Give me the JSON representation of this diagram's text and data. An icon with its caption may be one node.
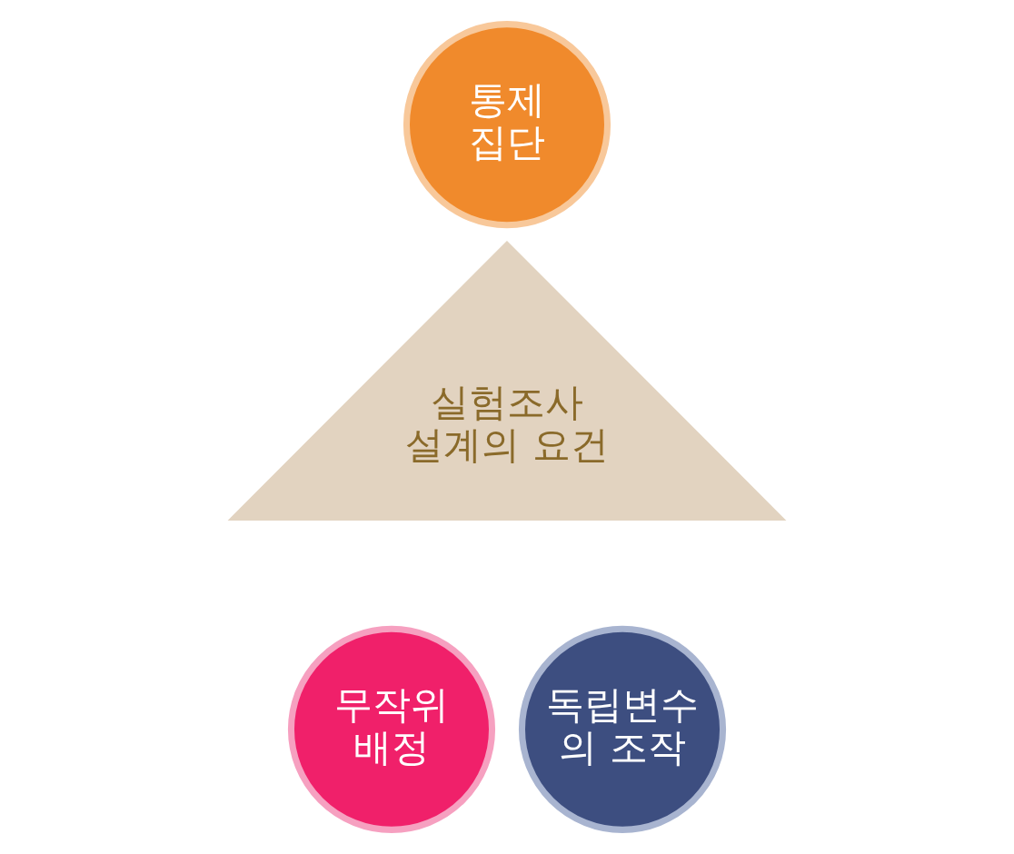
{
  "diagram": {
    "nodes": [
      {
        "text": [
          "통제 집단"
        ]
      },
      {
        "text": [
          "실험조사 설계의 요건"
        ]
      },
      {
        "text": [
          "무작위 배정"
        ]
      },
      {
        "text": [
          "독립변수 의 조작"
        ]
      }
    ]
  }
}
